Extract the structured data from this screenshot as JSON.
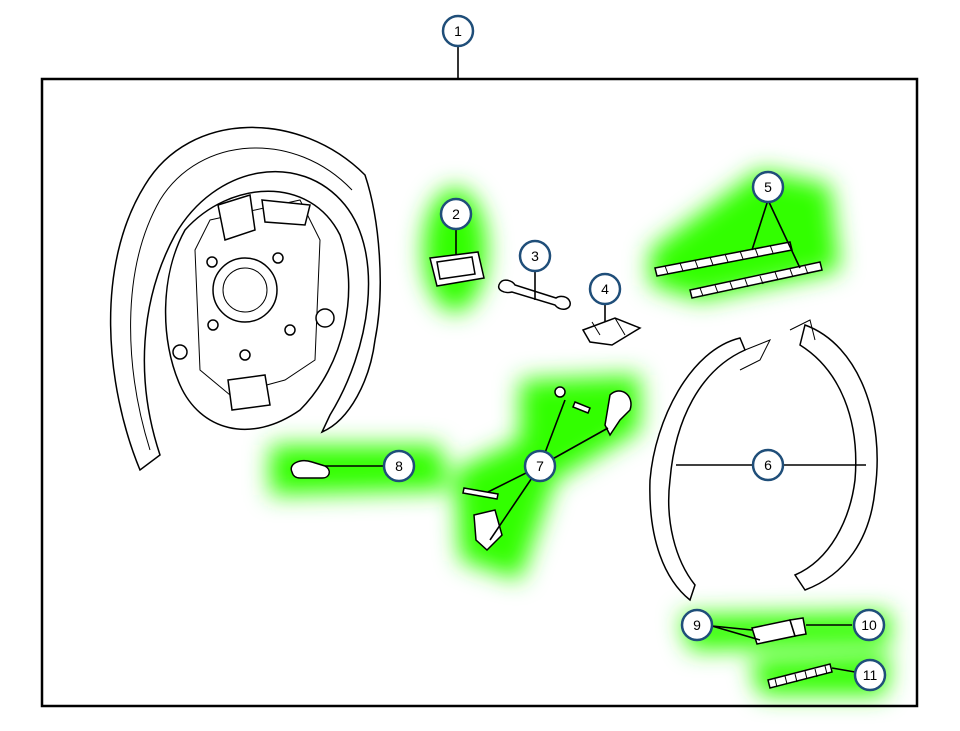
{
  "diagram": {
    "callouts": [
      {
        "id": "1",
        "label": "1",
        "highlighted": false
      },
      {
        "id": "2",
        "label": "2",
        "highlighted": true
      },
      {
        "id": "3",
        "label": "3",
        "highlighted": false
      },
      {
        "id": "4",
        "label": "4",
        "highlighted": false
      },
      {
        "id": "5",
        "label": "5",
        "highlighted": true
      },
      {
        "id": "6",
        "label": "6",
        "highlighted": false
      },
      {
        "id": "7",
        "label": "7",
        "highlighted": true
      },
      {
        "id": "8",
        "label": "8",
        "highlighted": true
      },
      {
        "id": "9",
        "label": "9",
        "highlighted": false
      },
      {
        "id": "10",
        "label": "10",
        "highlighted": true
      },
      {
        "id": "11",
        "label": "11",
        "highlighted": true
      }
    ],
    "colors": {
      "highlight": "#33ff00",
      "callout_border": "#1f4e79",
      "line": "#000000"
    }
  }
}
